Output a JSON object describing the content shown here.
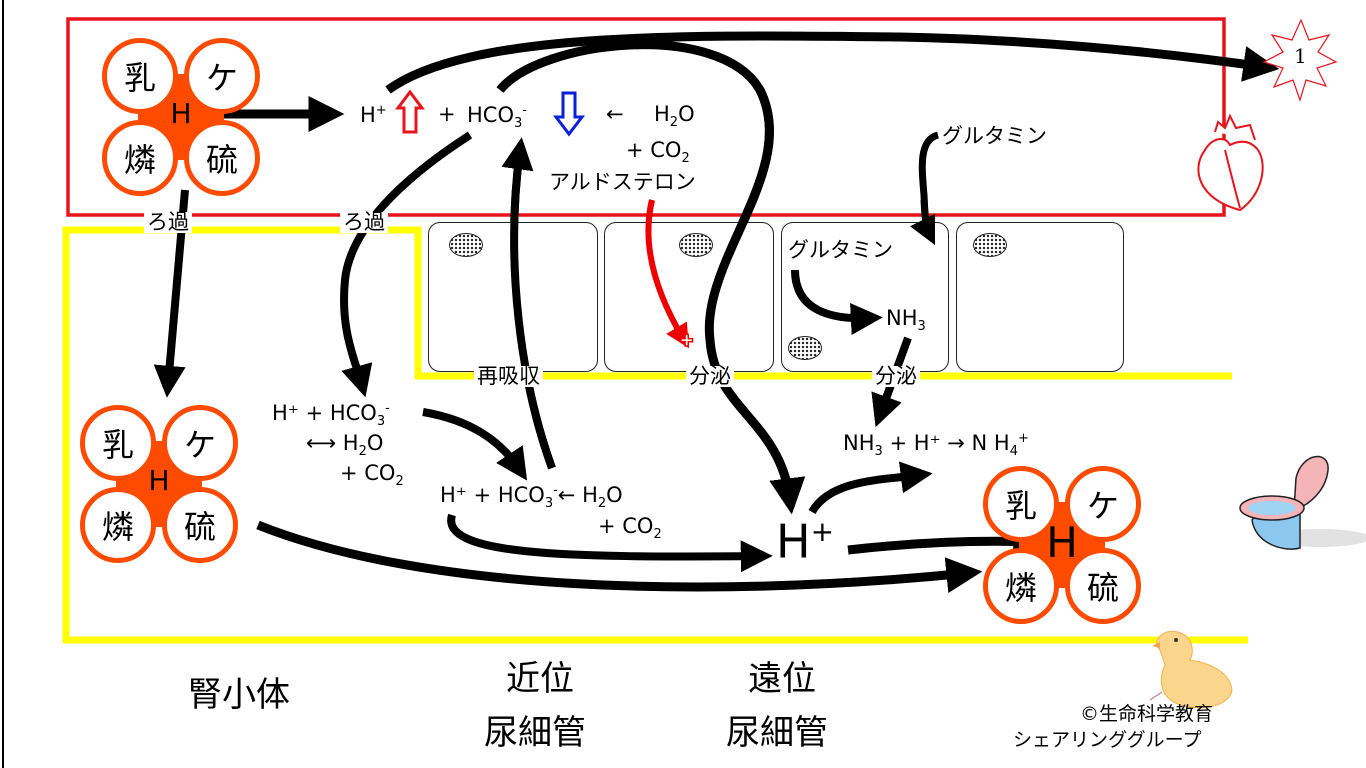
{
  "colors": {
    "blood_box": "#e8141b",
    "tubule_wall": "#ffff00",
    "acid_orange": "#ff4b00",
    "up_arrow": "#e8141b",
    "down_arrow": "#0a1fd8",
    "aldosterone_arrow": "#ee0000"
  },
  "acid_groups": {
    "balls": [
      "乳",
      "ケ",
      "燐",
      "硫"
    ],
    "center": "H"
  },
  "blood": {
    "h_plus": "H",
    "h_plus_sup": "+",
    "plus": "+",
    "hco3": "HCO",
    "hco3_sub": "3",
    "hco3_sup": "-",
    "left_arrow": "←",
    "h2o": "H",
    "h2o_sub": "2",
    "h2o_tail": "O",
    "co2_plus": "+ CO",
    "co2_sub": "2",
    "aldosterone": "アルドステロン",
    "glutamine": "グルタミン",
    "star_label": "1",
    "up_icon": "up-arrow-hollow",
    "down_icon": "down-arrow-hollow"
  },
  "labels": {
    "filtration_1": "ろ過",
    "filtration_2": "ろ過",
    "reabsorption": "再吸収",
    "secretion_1": "分泌",
    "secretion_2": "分泌"
  },
  "cells": {
    "glutamine": "グルタミン",
    "nh3": "NH",
    "nh3_sub": "3"
  },
  "lumen": {
    "eq1_line1": "H⁺ + HCO",
    "eq1_sub": "3",
    "eq1_sup": "-",
    "eq1_line2a": "⟷ H",
    "eq1_line2_sub": "2",
    "eq1_line2b": "O",
    "eq1_line3": "+ CO",
    "eq1_line3_sub": "2",
    "eq2_line1": "H⁺ + HCO",
    "eq2_sub": "3",
    "eq2_sup": "-",
    "eq2_tail": "← H",
    "eq2_tail_sub": "2",
    "eq2_tail_o": "O",
    "eq2_line2": "+ CO",
    "eq2_line2_sub": "2",
    "big_h": "H",
    "big_h_sup": "+",
    "nh4_eq": "NH",
    "nh4_eq_sub": "3",
    "nh4_eq_mid": " + H⁺ → N H",
    "nh4_eq_sub2": "4",
    "nh4_eq_sup": "+"
  },
  "segments": {
    "glomerulus": "腎小体",
    "proximal_line1": "近位",
    "proximal_line2": "尿細管",
    "distal_line1": "遠位",
    "distal_line2": "尿細管"
  },
  "credit": {
    "line1": "©生命科学教育",
    "line2": "シェアリンググループ"
  },
  "icons": [
    "heart-icon",
    "toilet-icon",
    "chick-icon",
    "star-burst-icon"
  ]
}
